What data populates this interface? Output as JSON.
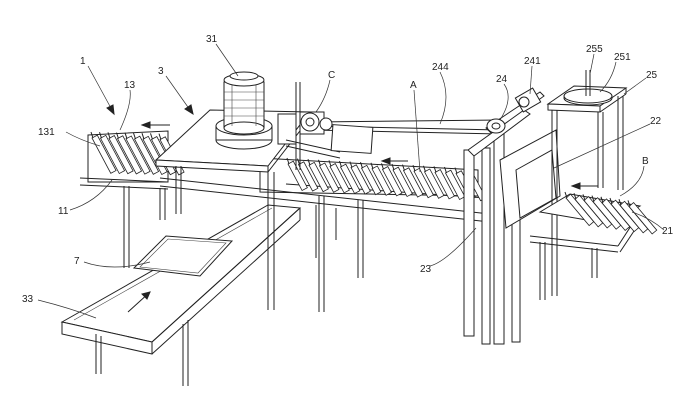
{
  "figure": {
    "labels": {
      "l1": "1",
      "l13": "13",
      "l3": "3",
      "l31": "31",
      "lC": "C",
      "l244": "244",
      "lA": "A",
      "l24": "24",
      "l241": "241",
      "l255": "255",
      "l251": "251",
      "l25": "25",
      "l22": "22",
      "l131": "131",
      "lB": "B",
      "l21": "21",
      "l11": "11",
      "l23": "23",
      "l7": "7",
      "l33": "33"
    }
  }
}
